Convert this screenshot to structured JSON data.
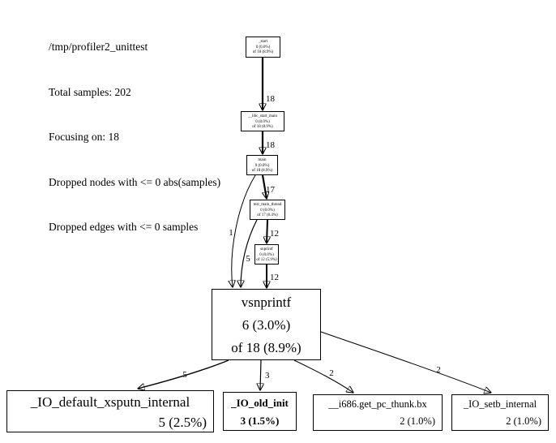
{
  "header": {
    "lines": [
      "/tmp/profiler2_unittest",
      "Total samples: 202",
      "Focusing on: 18",
      "Dropped nodes with <= 0 abs(samples)",
      "Dropped edges with <= 0 samples"
    ]
  },
  "nodes": {
    "start": {
      "name": "_start",
      "self": "0 (0.0%)",
      "cum": "of 18 (8.9%)"
    },
    "libc": {
      "name": "__libc_start_main",
      "self": "0 (0.0%)",
      "cum": "of 18 (8.9%)"
    },
    "main": {
      "name": "main",
      "self": "0 (0.0%)",
      "cum": "of 18 (8.9%)"
    },
    "test": {
      "name": "test_main_thread",
      "self": "0 (0.0%)",
      "cum": "of 17 (8.4%)"
    },
    "snprintf": {
      "name": "snprintf",
      "self": "0 (0.0%)",
      "cum": "of 12 (5.9%)"
    },
    "vsnprintf": {
      "name": "vsnprintf",
      "self": "6 (3.0%)",
      "cum": "of 18 (8.9%)"
    },
    "xsputn": {
      "name": "_IO_default_xsputn_internal",
      "self": "5 (2.5%)"
    },
    "oldinit": {
      "name": "_IO_old_init",
      "self": "3 (1.5%)"
    },
    "thunk": {
      "name": "__i686.get_pc_thunk.bx",
      "self": "2 (1.0%)"
    },
    "setb": {
      "name": "_IO_setb_internal",
      "self": "2 (1.0%)"
    }
  },
  "edges": {
    "start_to_libc": "18",
    "libc_to_main": "18",
    "main_to_test": "17",
    "test_to_snprintf": "12",
    "snprintf_to_vsnprintf": "12",
    "main_to_vsnprintf": "1",
    "test_to_vsnprintf": "5",
    "vsnprintf_to_xsputn": "5",
    "vsnprintf_to_oldinit": "3",
    "vsnprintf_to_thunk": "2",
    "vsnprintf_to_setb": "2"
  },
  "colors": {
    "background": "#ffffff",
    "node_border": "#000000",
    "edge": "#000000",
    "text": "#000000"
  }
}
